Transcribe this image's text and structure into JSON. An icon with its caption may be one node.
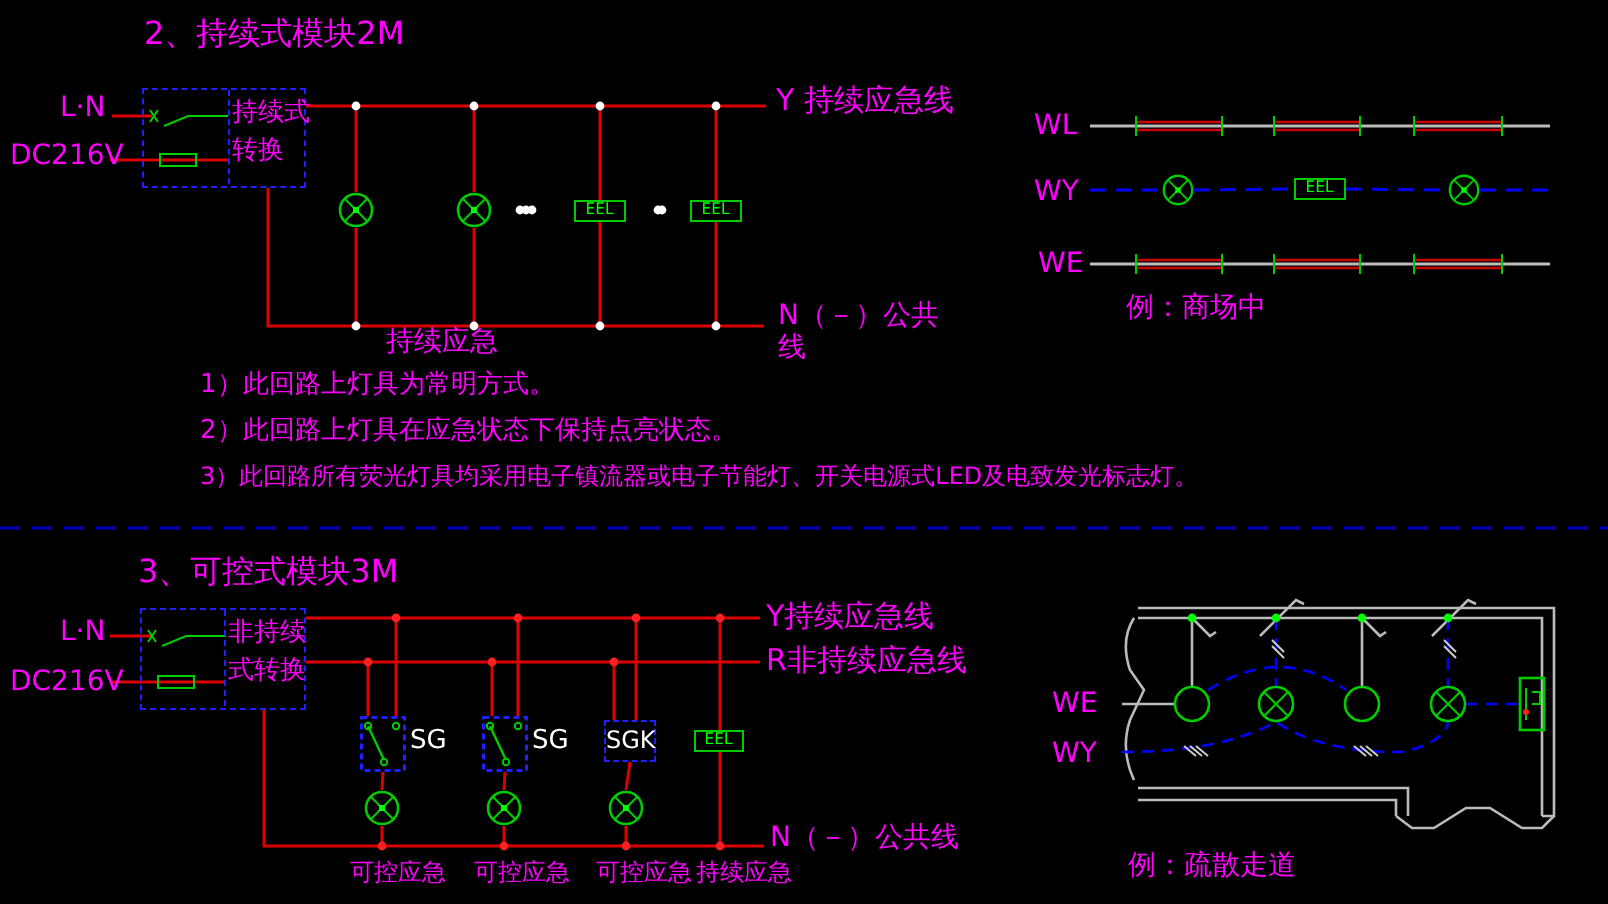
{
  "diagram": {
    "nodes": [
      {
        "text": [
          "持续式转换"
        ]
      },
      {
        "text": [],
        "shape": "circle"
      },
      {
        "text": [],
        "shape": "circle"
      },
      {
        "text": [
          "EEL"
        ]
      },
      {
        "text": [
          "EEL"
        ]
      },
      {
        "text": [],
        "shape": "circle"
      },
      {
        "text": [
          "EEL"
        ]
      },
      {
        "text": [],
        "shape": "circle"
      },
      {
        "text": [
          "非持续式转换"
        ]
      },
      {
        "text": [
          "SG"
        ]
      },
      {
        "text": [
          "SG"
        ]
      },
      {
        "text": [
          "SGK"
        ]
      },
      {
        "text": [
          "EEL"
        ]
      },
      {
        "text": [],
        "shape": "circle"
      },
      {
        "text": [],
        "shape": "circle"
      },
      {
        "text": [],
        "shape": "circle"
      }
    ],
    "edges": [
      {
        "from": 5,
        "to": 6,
        "arrow": "none",
        "style": "dashed",
        "color": "#0000ff"
      },
      {
        "from": 6,
        "to": 7,
        "arrow": "none",
        "style": "dashed",
        "color": "#0000ff"
      },
      {
        "from": 9,
        "to": 13,
        "arrow": "none"
      },
      {
        "from": 10,
        "to": 14,
        "arrow": "none"
      },
      {
        "from": 11,
        "to": 15,
        "arrow": "none"
      }
    ],
    "labels": [
      "2、持续式模块2M",
      "L·N",
      "DC216V",
      "Y 持续应急线",
      "WL",
      "WY",
      "WE",
      "N（－）公共线",
      "持续应急",
      "例：商场中",
      "1）此回路上灯具为常明方式。",
      "2）此回路上灯具在应急状态下保持点亮状态。",
      "3）此回路所有荧光灯具均采用电子镇流器或电子节能灯、开关电源式LED及电致发光标志灯。",
      "3、可控式模块3M",
      "L·N",
      "Y持续应急线",
      "R非持续应急线",
      "DC216V",
      "WE",
      "WY",
      "N（－）公共线",
      "可控应急",
      "可控应急",
      "可控应急",
      "持续应急",
      "例：疏散走道"
    ]
  }
}
